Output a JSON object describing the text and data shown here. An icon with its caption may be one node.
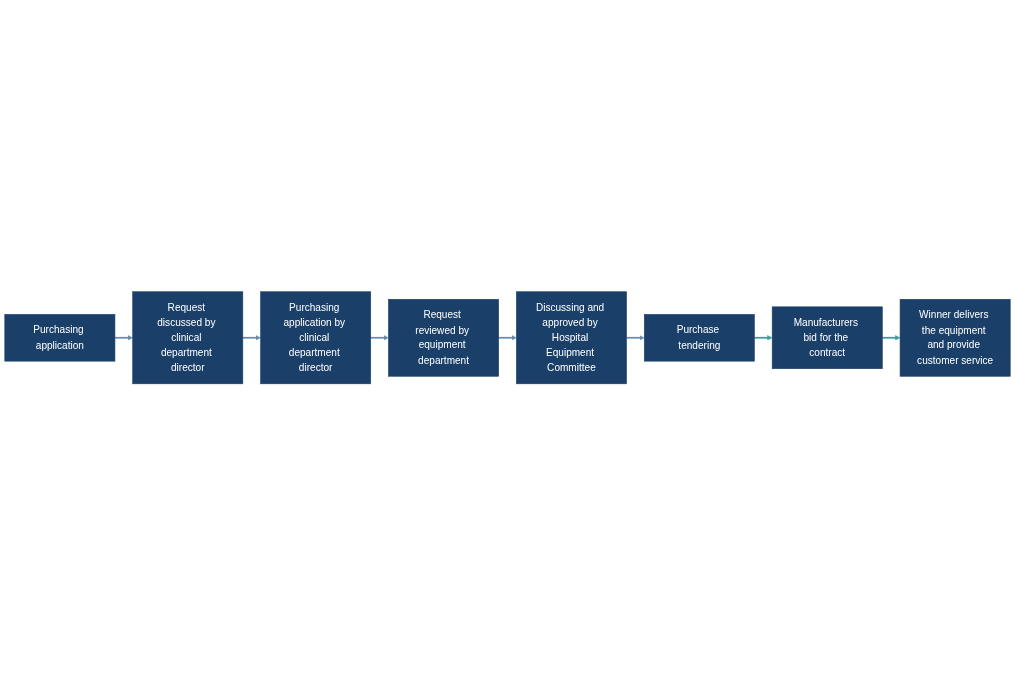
{
  "diagram": {
    "nodes": [
      {
        "text": [
          "Purchasing application"
        ]
      },
      {
        "text": [
          "Request discussed by clinical department director"
        ]
      },
      {
        "text": [
          "Purchasing application by clinical department director"
        ]
      },
      {
        "text": [
          "Request reviewed by equipment department"
        ]
      },
      {
        "text": [
          "Discussing and approved by Hospital Equipment Committee"
        ]
      },
      {
        "text": [
          "Purchase tendering"
        ]
      },
      {
        "text": [
          "Manufacturers bid for the contract"
        ]
      },
      {
        "text": [
          "Winner delivers the equipment and provide customer service"
        ]
      }
    ],
    "edges": [
      {
        "from": 0,
        "to": 1,
        "arrow": "to"
      },
      {
        "from": 1,
        "to": 2,
        "arrow": "to"
      },
      {
        "from": 2,
        "to": 3,
        "arrow": "to"
      },
      {
        "from": 3,
        "to": 4,
        "arrow": "to"
      },
      {
        "from": 4,
        "to": 5,
        "arrow": "to"
      },
      {
        "from": 5,
        "to": 6,
        "arrow": "to",
        "color": "#3aa09a"
      },
      {
        "from": 6,
        "to": 7,
        "arrow": "to",
        "color": "#3aa09a"
      }
    ]
  }
}
